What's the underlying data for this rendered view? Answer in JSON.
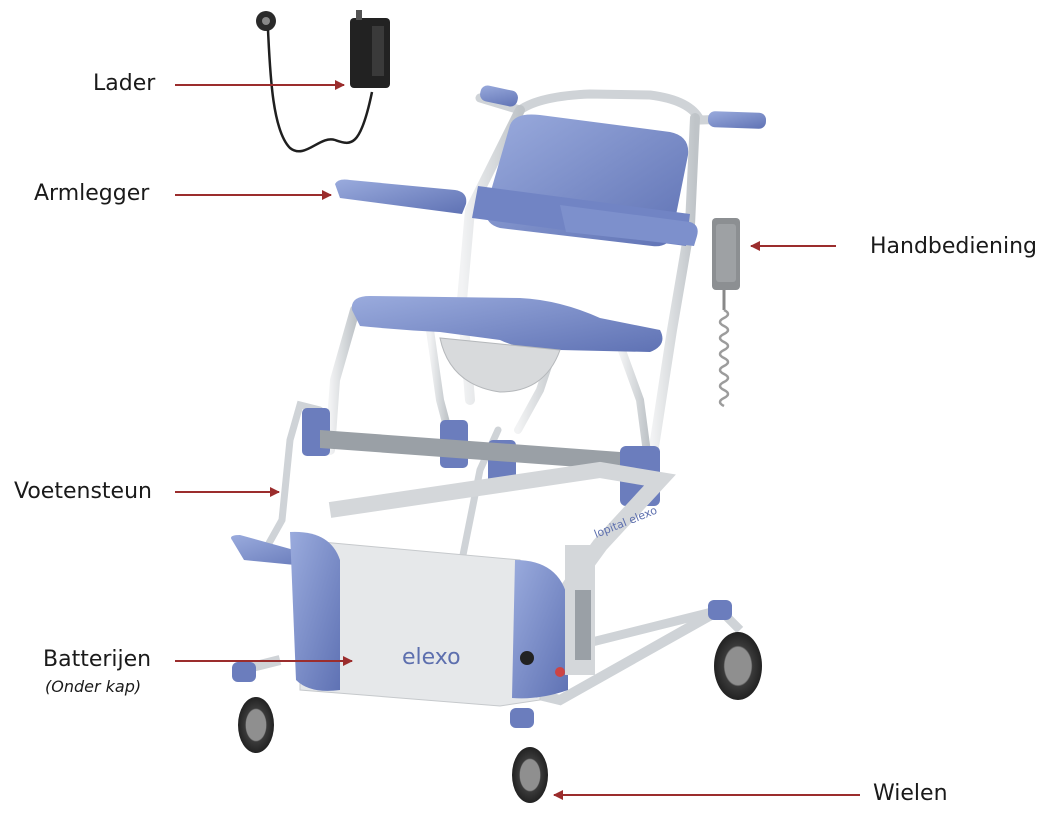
{
  "labels": {
    "lader": "Lader",
    "armlegger": "Armlegger",
    "handbediening": "Handbediening",
    "voetensteun": "Voetensteun",
    "batterijen": "Batterijen",
    "batterijen_note": "(Onder kap)",
    "wielen": "Wielen"
  },
  "product_text": {
    "panel_logo": "elexo",
    "frame_logo": "lopital elexo"
  },
  "colors": {
    "arrow": "#9b2d2d",
    "upholstery": "#7f93cf",
    "upholstery_dark": "#5d6fae",
    "frame": "#d9dde0",
    "frame_edge": "#a9aeb3",
    "panel": "#e4e6e8",
    "tire": "#333333",
    "hub": "#9a9a9a"
  }
}
